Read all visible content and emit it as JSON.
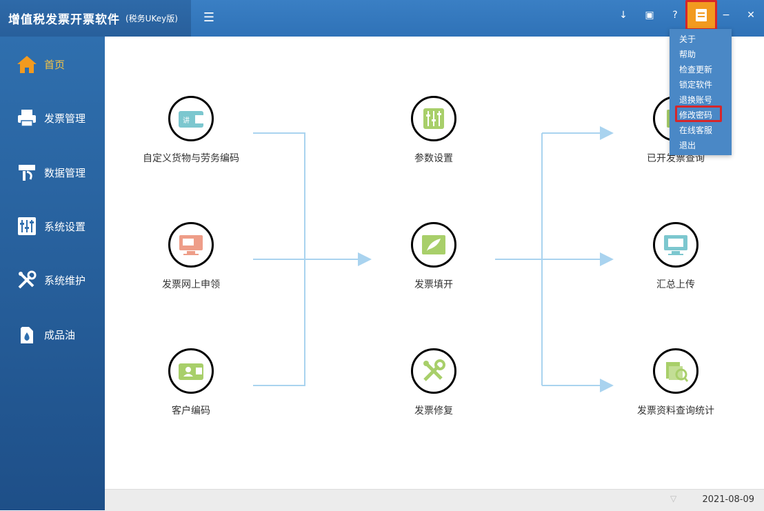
{
  "app": {
    "title": "增值税发票开票软件",
    "subtitle": "(税务UKey版)",
    "menu_toggle": "☰"
  },
  "window_controls": {
    "download": "↓",
    "restore": "▣",
    "help": "?",
    "minimize": "−",
    "close": "✕"
  },
  "sidebar": {
    "items": [
      {
        "label": "首页",
        "icon": "home-icon",
        "active": true
      },
      {
        "label": "发票管理",
        "icon": "printer-icon"
      },
      {
        "label": "数据管理",
        "icon": "data-icon"
      },
      {
        "label": "系统设置",
        "icon": "settings-sliders-icon"
      },
      {
        "label": "系统维护",
        "icon": "tools-icon"
      },
      {
        "label": "成品油",
        "icon": "oil-drop-icon"
      }
    ]
  },
  "flow": {
    "left": [
      {
        "label": "自定义货物与劳务编码",
        "icon": "goods-code-icon",
        "color": "#7cc7cf"
      },
      {
        "label": "发票网上申领",
        "icon": "online-apply-icon",
        "color": "#ee9d88"
      },
      {
        "label": "客户编码",
        "icon": "customer-code-icon",
        "color": "#a8cf6a"
      }
    ],
    "middle": [
      {
        "label": "参数设置",
        "icon": "params-icon",
        "color": "#a8cf6a"
      },
      {
        "label": "发票填开",
        "icon": "feather-icon",
        "color": "#a8cf6a"
      },
      {
        "label": "发票修复",
        "icon": "repair-tools-icon",
        "color": "#a8cf6a"
      }
    ],
    "right": [
      {
        "label": "已开发票查询",
        "icon": "query-icon",
        "color": "#a8cf6a"
      },
      {
        "label": "汇总上传",
        "icon": "upload-icon",
        "color": "#7cc7cf"
      },
      {
        "label": "发票资料查询统计",
        "icon": "stats-icon",
        "color": "#a8cf6a"
      }
    ]
  },
  "dropdown": {
    "items": [
      "关于",
      "帮助",
      "检查更新",
      "锁定软件",
      "退换账号",
      "修改密码",
      "在线客服",
      "退出"
    ],
    "highlighted": "修改密码"
  },
  "status": {
    "date": "2021-08-09",
    "arrow": "▽"
  },
  "colors": {
    "titlebar": "#3a7fc4",
    "sidebar": "#2f6fae",
    "arrow": "#a9d3ef",
    "accent_orange": "#f29a1f",
    "highlight_red": "#d6262a"
  }
}
